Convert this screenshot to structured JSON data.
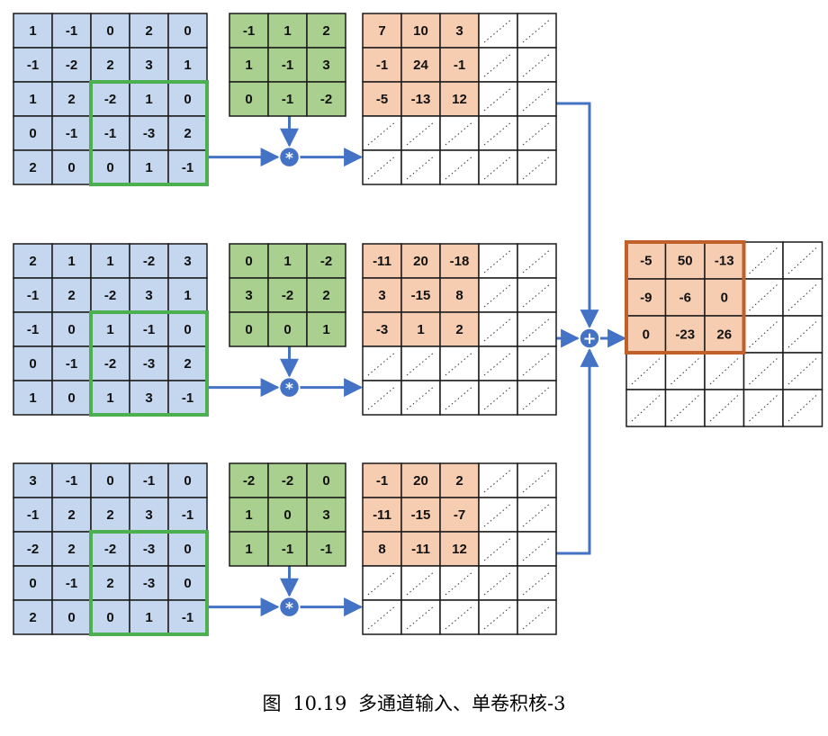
{
  "colors": {
    "input": "#c5d7ee",
    "kernel": "#a9d08e",
    "partial": "#f7cdb1",
    "grid_line": "#1a1a1a",
    "window": "#4caf50",
    "result_frame": "#c0602a",
    "arrow": "#4472c4"
  },
  "channels": [
    {
      "input": [
        [
          1,
          -1,
          0,
          2,
          0
        ],
        [
          -1,
          -2,
          2,
          3,
          1
        ],
        [
          1,
          2,
          -2,
          1,
          0
        ],
        [
          0,
          -1,
          -1,
          -3,
          2
        ],
        [
          2,
          0,
          0,
          1,
          -1
        ]
      ],
      "kernel": [
        [
          -1,
          1,
          2
        ],
        [
          1,
          -1,
          3
        ],
        [
          0,
          -1,
          -2
        ]
      ],
      "partial": [
        [
          7,
          10,
          3
        ],
        [
          -1,
          24,
          -1
        ],
        [
          -5,
          -13,
          12
        ]
      ]
    },
    {
      "input": [
        [
          2,
          1,
          1,
          -2,
          3
        ],
        [
          -1,
          2,
          -2,
          3,
          1
        ],
        [
          -1,
          0,
          1,
          -1,
          0
        ],
        [
          0,
          -1,
          -2,
          -3,
          2
        ],
        [
          1,
          0,
          1,
          3,
          -1
        ]
      ],
      "kernel": [
        [
          0,
          1,
          -2
        ],
        [
          3,
          -2,
          2
        ],
        [
          0,
          0,
          1
        ]
      ],
      "partial": [
        [
          -11,
          20,
          -18
        ],
        [
          3,
          -15,
          8
        ],
        [
          -3,
          1,
          2
        ]
      ]
    },
    {
      "input": [
        [
          3,
          -1,
          0,
          -1,
          0
        ],
        [
          -1,
          2,
          2,
          3,
          -1
        ],
        [
          -2,
          2,
          -2,
          -3,
          0
        ],
        [
          0,
          -1,
          2,
          -3,
          0
        ],
        [
          2,
          0,
          0,
          1,
          -1
        ]
      ],
      "kernel": [
        [
          -2,
          -2,
          0
        ],
        [
          1,
          0,
          3
        ],
        [
          1,
          -1,
          -1
        ]
      ],
      "partial": [
        [
          -1,
          20,
          2
        ],
        [
          -11,
          -15,
          -7
        ],
        [
          8,
          -11,
          12
        ]
      ]
    }
  ],
  "result": [
    [
      -5,
      50,
      -13
    ],
    [
      -9,
      -6,
      0
    ],
    [
      0,
      -23,
      26
    ]
  ],
  "operators": {
    "conv": "*",
    "sum": "+"
  },
  "caption": {
    "prefix": "图",
    "number": "10.19",
    "title": "多通道输入、单卷积核-3"
  },
  "icons": {
    "conv": "convolution-operator-icon",
    "sum": "sum-operator-icon",
    "empty_cell": "dotted-diagonal-placeholder"
  }
}
